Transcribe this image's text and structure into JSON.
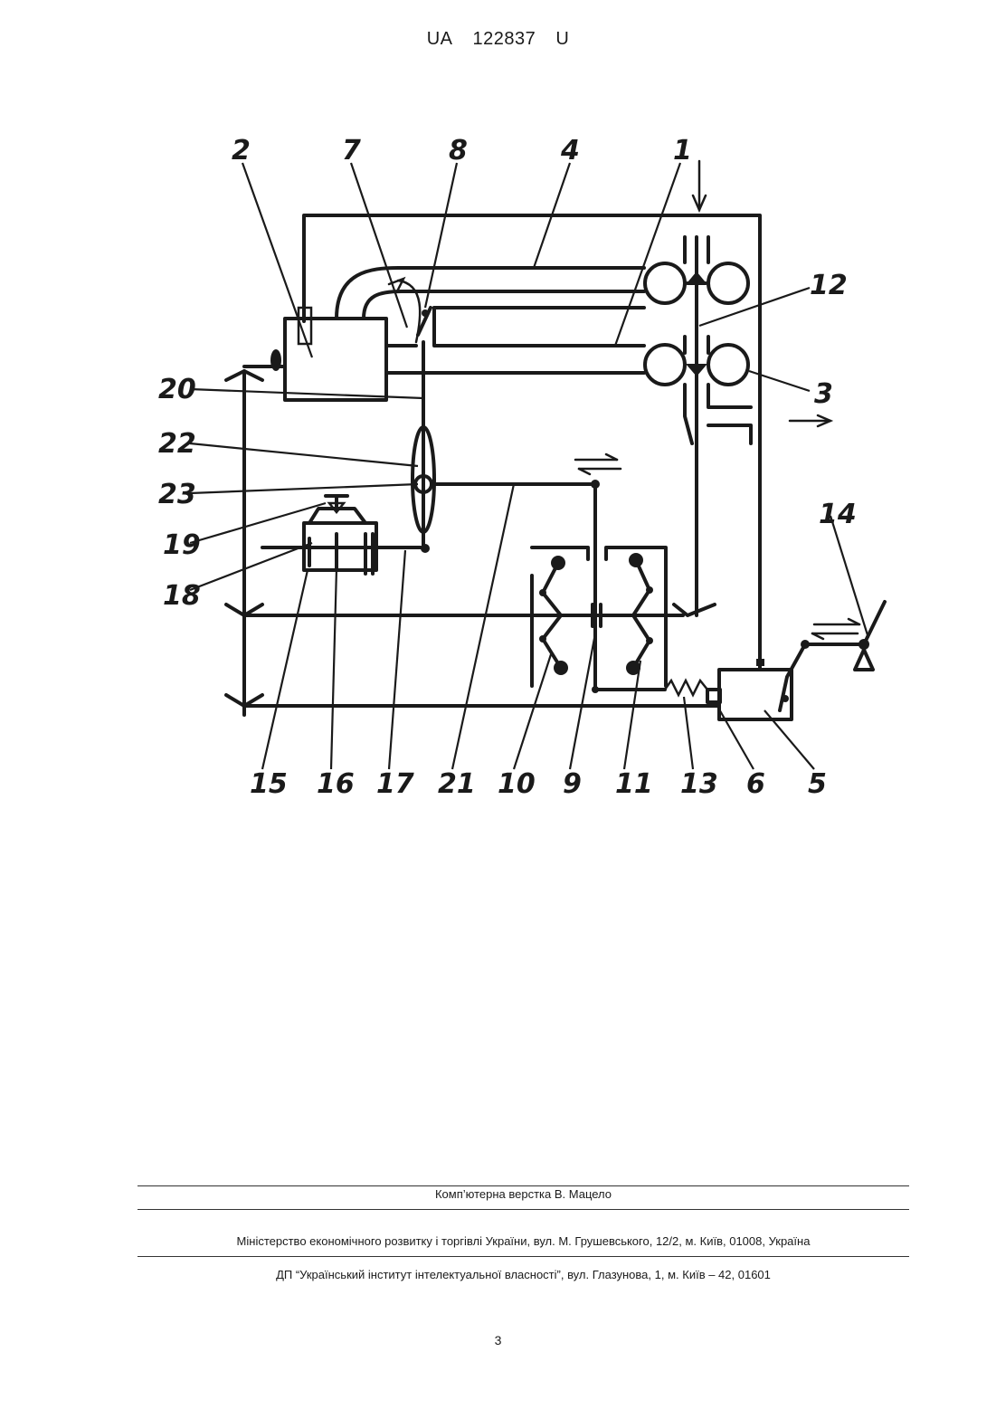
{
  "header": {
    "country": "UA",
    "number": "122837",
    "kind": "U"
  },
  "diagram": {
    "labels": [
      "1",
      "2",
      "3",
      "4",
      "5",
      "6",
      "7",
      "8",
      "9",
      "10",
      "11",
      "12",
      "13",
      "14",
      "15",
      "16",
      "17",
      "18",
      "19",
      "20",
      "21",
      "22",
      "23"
    ]
  },
  "footer": {
    "layout_credit": "Комп’ютерна верстка В. Мацело",
    "ministry": "Міністерство економічного розвитку і торгівлі України, вул. М. Грушевського, 12/2, м. Київ, 01008, Україна",
    "institute": "ДП “Український інститут інтелектуальної власності”, вул. Глазунова, 1, м. Київ – 42, 01601",
    "page_number": "3"
  }
}
